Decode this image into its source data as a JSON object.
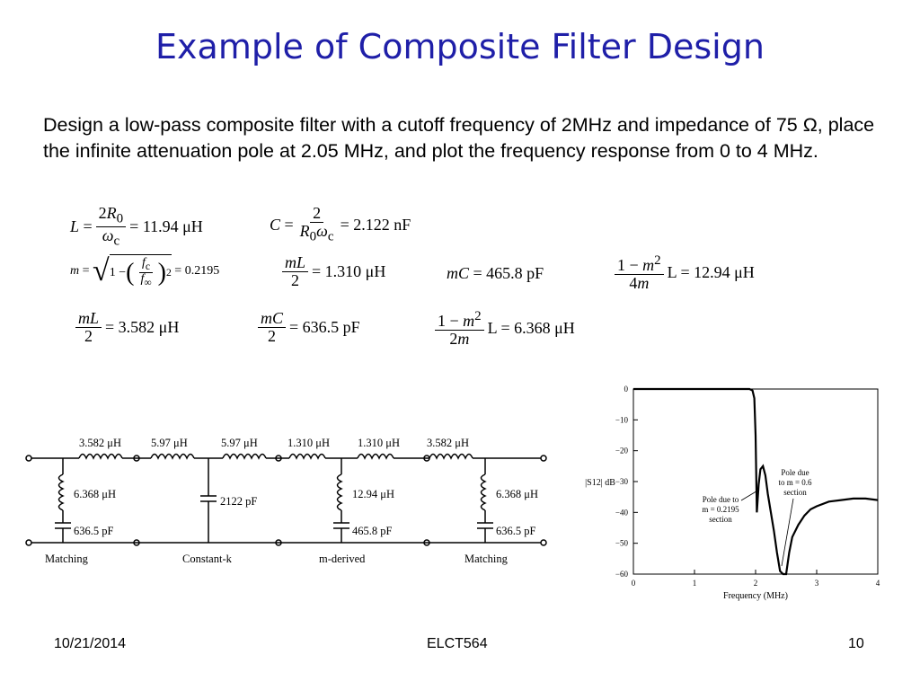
{
  "slide": {
    "title": "Example of Composite Filter Design",
    "body": "Design a low-pass composite filter with a cutoff frequency of 2MHz and impedance of 75 Ω, place the infinite attenuation pole at 2.05 MHz, and plot the frequency response from 0 to 4 MHz.",
    "footer_date": "10/21/2014",
    "footer_course": "ELCT564",
    "footer_page": "10"
  },
  "equations": {
    "L": "= 11.94 μH",
    "C": "= 2.122 nF",
    "m": "= 0.2195",
    "mL2": "= 1.310 μH",
    "mC": "= 465.8  pF",
    "L1m": "L = 12.94 μH",
    "mL2b": "= 3.582 μH",
    "mC2": "= 636.5  pF",
    "L1m2": "L = 6.368 μH"
  },
  "circuit": {
    "top_labels": [
      "3.582 μH",
      "5.97 μH",
      "5.97 μH",
      "1.310 μH",
      "1.310 μH",
      "3.582 μH"
    ],
    "shunt_left_L": "6.368 μH",
    "shunt_left_C": "636.5 pF",
    "shunt_const_C": "2122 pF",
    "shunt_m_L": "12.94 μH",
    "shunt_m_C": "465.8 pF",
    "shunt_right_L": "6.368 μH",
    "shunt_right_C": "636.5 pF",
    "sections": [
      "Matching",
      "Constant-k",
      "m-derived",
      "Matching"
    ]
  },
  "chart_data": {
    "type": "line",
    "xlabel": "Frequency (MHz)",
    "ylabel": "|S12| dB",
    "xlim": [
      0,
      4
    ],
    "ylim": [
      -60,
      0
    ],
    "xticks": [
      "0",
      "1",
      "2",
      "3",
      "4"
    ],
    "yticks": [
      "0",
      "−10",
      "−20",
      "−30",
      "−40",
      "−50",
      "−60"
    ],
    "series": [
      {
        "x": [
          0,
          1.0,
          1.8,
          1.9,
          1.95,
          1.98,
          2.0,
          2.02,
          2.05,
          2.08,
          2.12,
          2.16,
          2.2,
          2.25,
          2.3,
          2.35,
          2.4,
          2.45,
          2.5,
          2.55,
          2.6,
          2.7,
          2.8,
          2.9,
          3.0,
          3.2,
          3.4,
          3.6,
          3.8,
          4.0
        ],
        "y": [
          0,
          0,
          0,
          0,
          -0.5,
          -3,
          -15,
          -40,
          -31,
          -26,
          -25,
          -28,
          -34,
          -40,
          -46,
          -53,
          -59,
          -60,
          -60,
          -53,
          -48,
          -44,
          -41,
          -39,
          -38,
          -36.5,
          -36,
          -35.5,
          -35.5,
          -36
        ]
      }
    ],
    "annotations": [
      {
        "text": "Pole due to m = 0.2195 section",
        "x": 2.05,
        "y": -30
      },
      {
        "text": "Pole due to m = 0.6 section",
        "x": 2.5,
        "y": -60
      }
    ]
  }
}
